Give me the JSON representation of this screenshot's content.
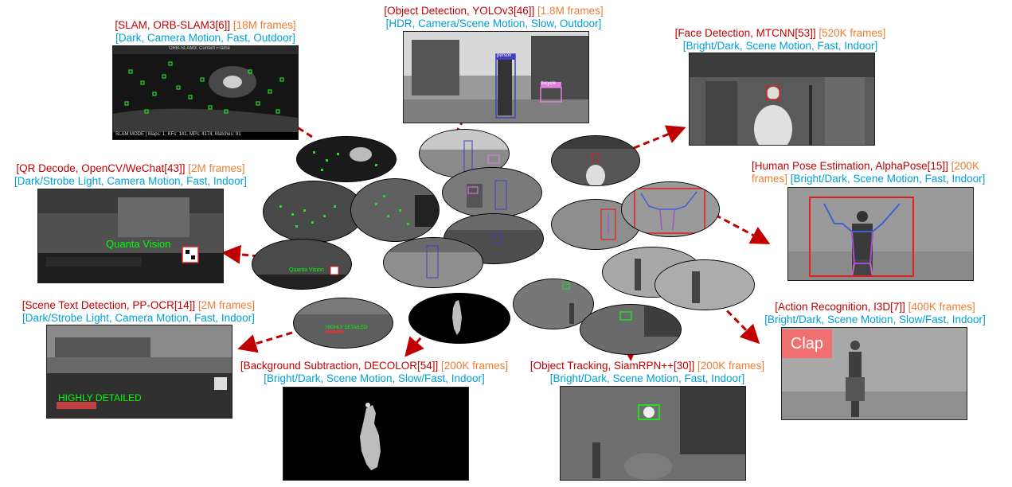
{
  "captions": {
    "slam": {
      "task": "[SLAM, ORB-SLAM3[6]]",
      "frames": "[18M frames]",
      "cond": "[Dark, Camera Motion,  Fast, Outdoor]"
    },
    "objdet": {
      "task": "[Object Detection,  YOLOv3[46]]",
      "frames": "[1.8M frames]",
      "cond": "[HDR, Camera/Scene Motion,  Slow, Outdoor]"
    },
    "face": {
      "task": "[Face Detection,  MTCNN[53]]",
      "frames": "[520K frames]",
      "cond": "[Bright/Dark, Scene Motion,  Fast, Indoor]"
    },
    "qr": {
      "task": "[QR Decode, OpenCV/WeChat[43]]",
      "frames": "[2M frames]",
      "cond": "[Dark/Strobe  Light, Camera Motion,  Fast, Indoor]"
    },
    "pose": {
      "task": "[Human Pose Estimation,  AlphaPose[15]]",
      "frames": "[200K",
      "frames2": "frames]",
      "cond": "[Bright/Dark, Scene Motion,  Fast, Indoor]"
    },
    "text": {
      "task": "[Scene Text Detection,  PP-OCR[14]]",
      "frames": "[2M frames]",
      "cond": "[Dark/Strobe  Light, Camera Motion,  Fast, Indoor]"
    },
    "action": {
      "task": "[Action Recognition,  I3D[7]]",
      "frames": "[400K frames]",
      "cond": "[Bright/Dark, Scene Motion,  Slow/Fast, Indoor]"
    },
    "bgsub": {
      "task": "[Background Subtraction,  DECOLOR[54]]",
      "frames": "[200K frames]",
      "cond": "[Bright/Dark, Scene Motion,  Slow/Fast, Indoor]"
    },
    "track": {
      "task": "[Object Tracking,  SiamRPN++[30]]",
      "frames": "[200K frames]",
      "cond": "[Bright/Dark, Scene Motion,  Fast, Indoor]"
    }
  },
  "overlays": {
    "slam_title": "ORB-SLAM3: Current Frame",
    "slam_status": "SLAM MODE |  Maps: 1, KFs: 141, MPs: 4174, Matches: 91",
    "person": "person",
    "bicycle": "bicycle",
    "quanta": "Quanta Vision",
    "highly": "HIGHLY DETAILED",
    "clap": "Clap"
  },
  "colors": {
    "task": "#c00000",
    "frames": "#ed7d31",
    "conditions": "#00a0d6",
    "arrow": "#c00000",
    "feature": "#22dd22",
    "box_red": "#e02020"
  }
}
